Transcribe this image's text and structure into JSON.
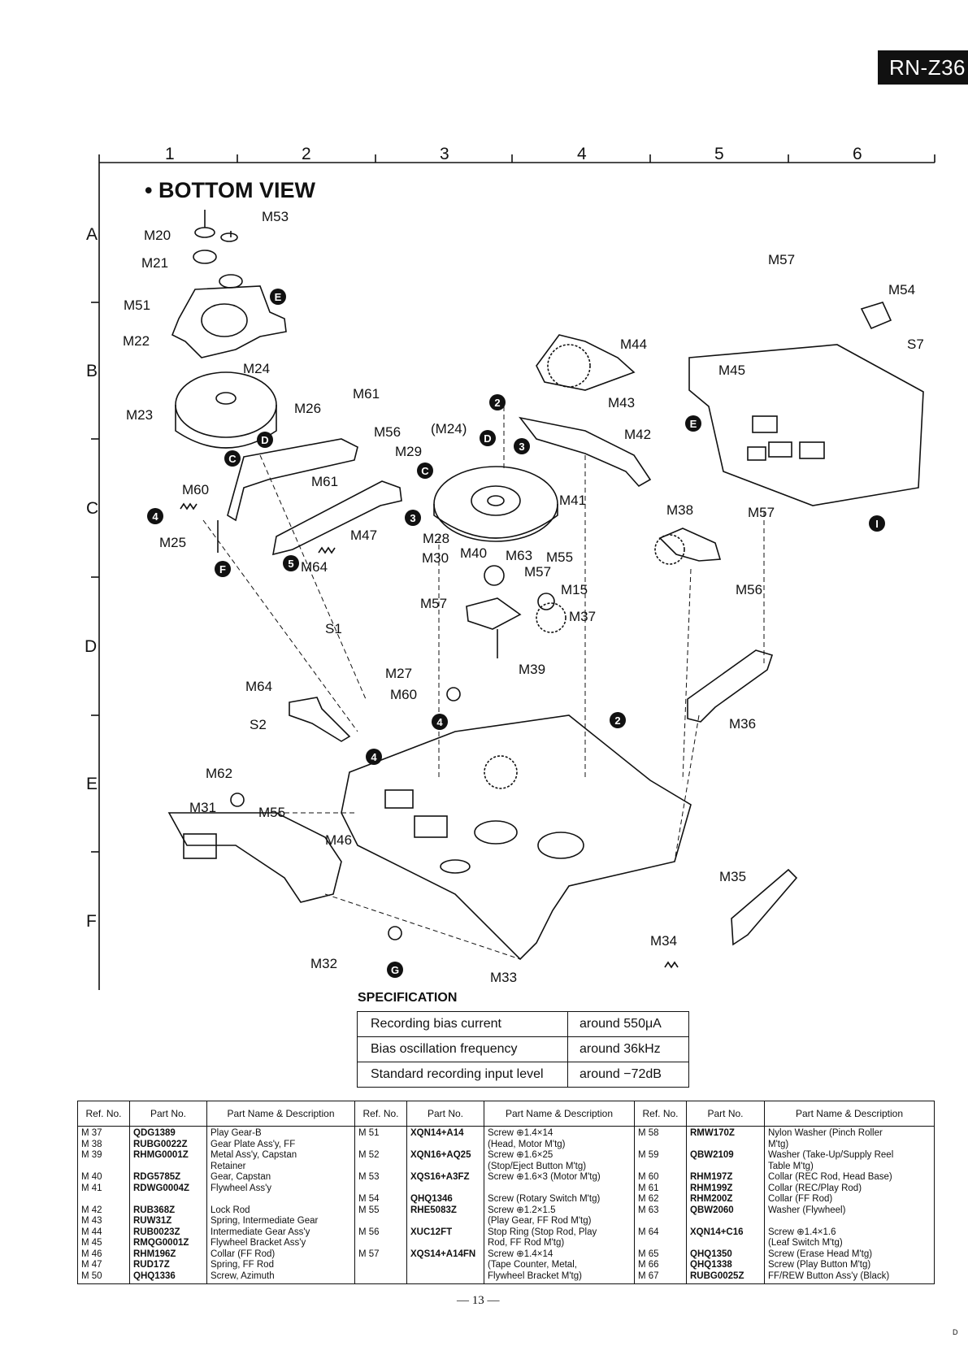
{
  "model": "RN-Z36",
  "grid": {
    "columns": [
      "1",
      "2",
      "3",
      "4",
      "5",
      "6"
    ],
    "rows": [
      "A",
      "B",
      "C",
      "D",
      "E",
      "F"
    ]
  },
  "view_title": "• BOTTOM VIEW",
  "part_labels": [
    "M53",
    "M20",
    "M21",
    "M51",
    "M22",
    "M24",
    "M23",
    "M26",
    "M61",
    "M56",
    "M29",
    "M60",
    "M25",
    "M61",
    "M47",
    "M28",
    "M30",
    "M64",
    "S1",
    "M57",
    "M40",
    "M63",
    "M55",
    "M57",
    "M15",
    "M37",
    "M39",
    "(M24)",
    "M41",
    "M44",
    "M43",
    "M42",
    "M38",
    "M57",
    "M54",
    "S7",
    "M45",
    "M57",
    "M56",
    "M36",
    "M64",
    "S2",
    "M27",
    "M60",
    "M62",
    "M31",
    "M55",
    "M46",
    "M32",
    "M33",
    "M35",
    "M34"
  ],
  "callouts": [
    "E",
    "D",
    "C",
    "4",
    "5",
    "F",
    "3",
    "2",
    "D",
    "C",
    "3",
    "E",
    "I",
    "4",
    "2",
    "4",
    "G"
  ],
  "specification": {
    "title": "SPECIFICATION",
    "rows": [
      {
        "item": "Recording bias current",
        "value": "around 550μA"
      },
      {
        "item": "Bias oscillation frequency",
        "value": "around 36kHz"
      },
      {
        "item": "Standard recording input level",
        "value": "around −72dB"
      }
    ]
  },
  "parts_table": {
    "headers": [
      "Ref. No.",
      "Part No.",
      "Part Name & Description"
    ],
    "col1": [
      {
        "ref": [
          "M 37"
        ],
        "pn": [
          "QDG1389"
        ],
        "desc": [
          "Play Gear-B"
        ]
      },
      {
        "ref": [
          "M 38"
        ],
        "pn": [
          "RUBG0022Z"
        ],
        "desc": [
          "Gear Plate Ass'y, FF"
        ]
      },
      {
        "ref": [
          "M 39",
          ""
        ],
        "pn": [
          "RHMG0001Z",
          ""
        ],
        "desc": [
          "Metal Ass'y, Capstan",
          "Retainer"
        ]
      },
      {
        "ref": [
          "M 40"
        ],
        "pn": [
          "RDG5785Z"
        ],
        "desc": [
          "Gear, Capstan"
        ]
      },
      {
        "ref": [
          "M 41",
          ""
        ],
        "pn": [
          "RDWG0004Z",
          ""
        ],
        "desc": [
          "Flywheel Ass'y",
          ""
        ]
      },
      {
        "ref": [
          "M 42"
        ],
        "pn": [
          "RUB368Z"
        ],
        "desc": [
          "Lock Rod"
        ]
      },
      {
        "ref": [
          "M 43"
        ],
        "pn": [
          "RUW31Z"
        ],
        "desc": [
          "Spring, Intermediate Gear"
        ]
      },
      {
        "ref": [
          "M 44"
        ],
        "pn": [
          "RUB0023Z"
        ],
        "desc": [
          "Intermediate Gear Ass'y"
        ]
      },
      {
        "ref": [
          "M 45"
        ],
        "pn": [
          "RMQG0001Z"
        ],
        "desc": [
          "Flywheel Bracket Ass'y"
        ]
      },
      {
        "ref": [
          "M 46"
        ],
        "pn": [
          "RHM196Z"
        ],
        "desc": [
          "Collar (FF Rod)"
        ]
      },
      {
        "ref": [
          "M 47"
        ],
        "pn": [
          "RUD17Z"
        ],
        "desc": [
          "Spring, FF Rod"
        ]
      },
      {
        "ref": [
          "M 50"
        ],
        "pn": [
          "QHQ1336"
        ],
        "desc": [
          "Screw, Azimuth"
        ]
      }
    ],
    "col2": [
      {
        "ref": [
          "M 51",
          ""
        ],
        "pn": [
          "XQN14+A14",
          ""
        ],
        "desc": [
          "Screw ⊕1.4×14",
          "(Head, Motor M'tg)"
        ]
      },
      {
        "ref": [
          "M 52",
          ""
        ],
        "pn": [
          "XQN16+AQ25",
          ""
        ],
        "desc": [
          "Screw ⊕1.6×25",
          "(Stop/Eject Button M'tg)"
        ]
      },
      {
        "ref": [
          "M 53",
          ""
        ],
        "pn": [
          "XQS16+A3FZ",
          ""
        ],
        "desc": [
          "Screw ⊕1.6×3 (Motor M'tg)",
          ""
        ]
      },
      {
        "ref": [
          "M 54"
        ],
        "pn": [
          "QHQ1346"
        ],
        "desc": [
          "Screw (Rotary Switch M'tg)"
        ]
      },
      {
        "ref": [
          "M 55",
          ""
        ],
        "pn": [
          "RHE5083Z",
          ""
        ],
        "desc": [
          "Screw ⊕1.2×1.5",
          "(Play Gear, FF Rod M'tg)"
        ]
      },
      {
        "ref": [
          "M 56",
          ""
        ],
        "pn": [
          "XUC12FT",
          ""
        ],
        "desc": [
          "Stop Ring (Stop Rod, Play",
          "Rod, FF Rod M'tg)"
        ]
      },
      {
        "ref": [
          "M 57",
          "",
          ""
        ],
        "pn": [
          "XQS14+A14FN",
          "",
          ""
        ],
        "desc": [
          "Screw ⊕1.4×14",
          "(Tape Counter, Metal,",
          "Flywheel Bracket M'tg)"
        ]
      }
    ],
    "col3": [
      {
        "ref": [
          "M 58",
          ""
        ],
        "pn": [
          "RMW170Z",
          ""
        ],
        "desc": [
          "Nylon Washer (Pinch Roller",
          "M'tg)"
        ]
      },
      {
        "ref": [
          "M 59",
          ""
        ],
        "pn": [
          "QBW2109",
          ""
        ],
        "desc": [
          "Washer (Take-Up/Supply Reel",
          "Table M'tg)"
        ]
      },
      {
        "ref": [
          "M 60"
        ],
        "pn": [
          "RHM197Z"
        ],
        "desc": [
          "Collar (REC Rod, Head Base)"
        ]
      },
      {
        "ref": [
          "M 61"
        ],
        "pn": [
          "RHM199Z"
        ],
        "desc": [
          "Collar (REC/Play Rod)"
        ]
      },
      {
        "ref": [
          "M 62"
        ],
        "pn": [
          "RHM200Z"
        ],
        "desc": [
          "Collar (FF Rod)"
        ]
      },
      {
        "ref": [
          "M 63",
          ""
        ],
        "pn": [
          "QBW2060",
          ""
        ],
        "desc": [
          "Washer (Flywheel)",
          ""
        ]
      },
      {
        "ref": [
          "M 64",
          ""
        ],
        "pn": [
          "XQN14+C16",
          ""
        ],
        "desc": [
          "Screw ⊕1.4×1.6",
          "(Leaf Switch M'tg)"
        ]
      },
      {
        "ref": [
          "M 65"
        ],
        "pn": [
          "QHQ1350"
        ],
        "desc": [
          "Screw (Erase Head M'tg)"
        ]
      },
      {
        "ref": [
          "M 66"
        ],
        "pn": [
          "QHQ1338"
        ],
        "desc": [
          "Screw (Play Button M'tg)"
        ]
      },
      {
        "ref": [
          "M 67"
        ],
        "pn": [
          "RUBG0025Z"
        ],
        "desc": [
          "FF/REW Button Ass'y (Black)"
        ]
      }
    ]
  },
  "page_number": "— 13 —",
  "corner_mark": "D"
}
